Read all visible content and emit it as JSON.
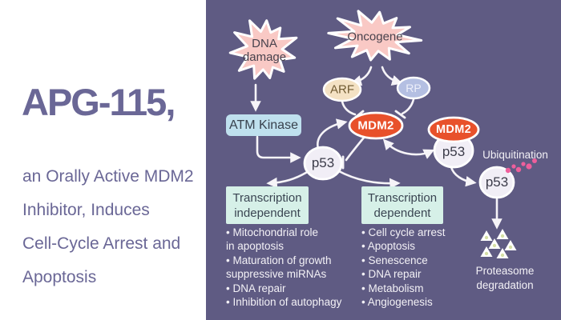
{
  "colors": {
    "background_purple": "#5f5b83",
    "panel_white": "#ffffff",
    "title_purple": "#6a6796",
    "starburst_pink": "#f9c9c5",
    "mdm2_orange": "#e8512b",
    "atm_blue": "#bfe0ee",
    "arf_tan": "#f4e2c4",
    "rp_periwinkle": "#b4bfe2",
    "p53_fill": "#f1eef6",
    "mint_box": "#d6f0e8",
    "arrow_white": "#f6f4f8",
    "ubiquitin_pink": "#ee5f9c",
    "triangle_dot": "#d6e0a6"
  },
  "left_panel": {
    "title": "APG-115,",
    "subtitle_lines": [
      "an Orally Active MDM2",
      "Inhibitor, Induces",
      "Cell-Cycle Arrest and",
      "Apoptosis"
    ]
  },
  "diagram": {
    "dna_damage_line1": "DNA",
    "dna_damage_line2": "damage",
    "oncogene": "Oncogene",
    "atm_kinase": "ATM Kinase",
    "arf": "ARF",
    "rp": "RP",
    "mdm2": "MDM2",
    "mdm2_complex": "MDM2",
    "p53": "p53",
    "p53_complex": "p53",
    "p53_ubiquitinated": "p53",
    "ubiquitination": "Ubiquitination",
    "proteasome_line1": "Proteasome",
    "proteasome_line2": "degradation",
    "transcription_independent": {
      "title_line1": "Transcription",
      "title_line2": "independent",
      "bullet_lines": [
        "• Mitochondrial role",
        "in apoptosis",
        "• Maturation of growth",
        "suppressive miRNAs",
        "• DNA repair",
        "• Inhibition of autophagy"
      ]
    },
    "transcription_dependent": {
      "title_line1": "Transcription",
      "title_line2": "dependent",
      "bullet_lines": [
        "• Cell cycle arrest",
        "• Apoptosis",
        "• Senescence",
        "• DNA repair",
        "• Metabolism",
        "• Angiogenesis"
      ]
    }
  }
}
